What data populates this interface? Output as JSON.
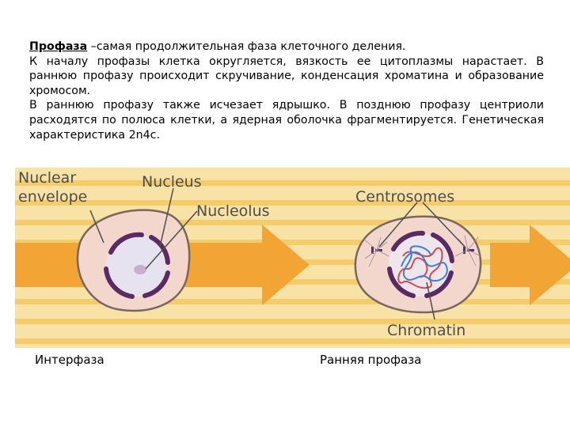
{
  "text": {
    "term": "Профаза",
    "intro": " –самая продолжительная фаза клеточного деления.",
    "para1": "К началу профазы клетка округляется, вязкость ее цитоплазмы нарастает. В раннюю профазу происходит скручивание, конденсация хроматина и образование хромосом.",
    "para2": "В раннюю профазу также исчезает ядрышко. В позднюю профазу центриоли расходятся по полюса клетки, а ядерная оболочка фрагментируется. Генетическая характеристика 2n4c."
  },
  "figure": {
    "labels": {
      "nuclear_envelope_line1": "Nuclear",
      "nuclear_envelope_line2": "envelope",
      "nucleus": "Nucleus",
      "nucleolus": "Nucleolus",
      "centrosomes": "Centrosomes",
      "chromatin": "Chromatin"
    },
    "colors": {
      "stripe_light": "#f9e2a6",
      "stripe_dark": "#f4cc6c",
      "arrow": "#f2a535",
      "cell_fill": "#f3d6cc",
      "cell_stroke": "#7a6660",
      "envelope": "#5a2a63",
      "nucleus_fill": "#e7e2ef",
      "nucleolus": "#c7b0cc",
      "label_text": "#4d4d4d",
      "chromatin_red": "#d9474c",
      "chromatin_blue": "#3d7fd6"
    }
  },
  "captions": {
    "left": "Интерфаза",
    "right": "Ранняя профаза"
  }
}
